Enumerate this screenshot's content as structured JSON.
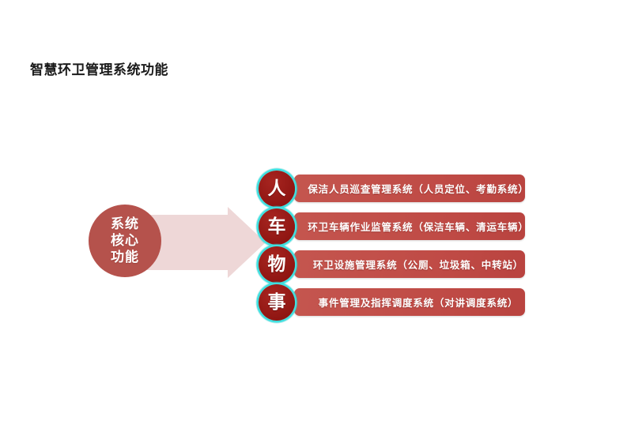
{
  "page": {
    "title": "智慧环卫管理系统功能",
    "background_color": "#ffffff"
  },
  "diagram": {
    "type": "arrow-flow",
    "core": {
      "shape": "circle",
      "color": "#b5524c",
      "text_color": "#ffffff",
      "lines": [
        "系统",
        "核心",
        "功能"
      ]
    },
    "arrow": {
      "direction": "right",
      "color": "#eed7d7"
    },
    "badge_ring_color": "#3ee0e0",
    "badge_fill_color": "#9e1a17",
    "bar_color": "#c2504a",
    "rows": [
      {
        "badge": "人",
        "label": "保洁人员巡查管理系统（人员定位、考勤系统）"
      },
      {
        "badge": "车",
        "label": "环卫车辆作业监管系统（保洁车辆、清运车辆）"
      },
      {
        "badge": "物",
        "label": "环卫设施管理系统（公厕、垃圾箱、中转站）"
      },
      {
        "badge": "事",
        "label": "事件管理及指挥调度系统（对讲调度系统）"
      }
    ]
  }
}
